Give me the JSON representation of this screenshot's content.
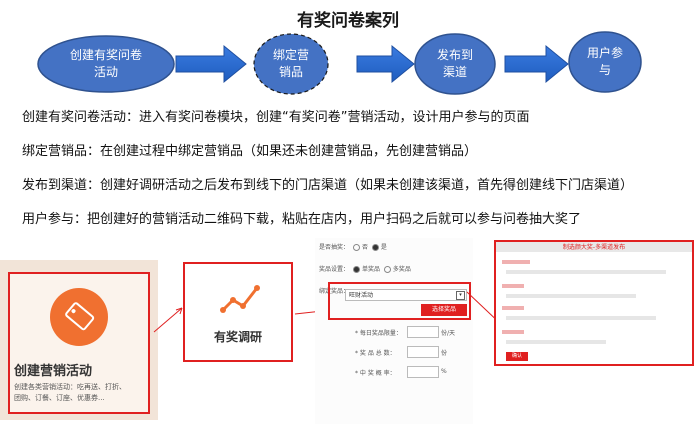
{
  "title": "有奖问卷案列",
  "flow": {
    "steps": [
      {
        "label_lines": [
          "创建有奖问卷",
          "活动"
        ]
      },
      {
        "label_lines": [
          "绑定营",
          "销品"
        ]
      },
      {
        "label_lines": [
          "发布到",
          "渠道"
        ]
      },
      {
        "label_lines": [
          "用户参",
          "与"
        ]
      }
    ]
  },
  "descriptions": [
    "创建有奖问卷活动：进入有奖问卷模块，创建“有奖问卷”营销活动，设计用户参与的页面",
    "绑定营销品：在创建过程中绑定营销品（如果还未创建营销品，先创建营销品）",
    "发布到渠道：创建好调研活动之后发布到线下的门店渠道（如果未创建该渠道，首先得创建线下门店渠道）",
    "用户参与：把创建好的营销活动二维码下载，粘贴在店内，用户扫码之后就可以参与问卷抽大奖了"
  ],
  "card_create": {
    "title": "创建营销活动",
    "subtitle_line1": "创建各类营销活动：吃再送、打折、",
    "subtitle_line2": "团购、订餐、订座、优惠券..."
  },
  "card_research": {
    "label": "有奖调研"
  },
  "form_panel": {
    "row1_label": "是否抽奖：",
    "row1_opt_no": "否",
    "row1_opt_yes": "是",
    "row2_label": "奖品设置：",
    "row2_opt1": "单奖品",
    "row2_opt2": "多奖品",
    "row3_label": "绑定奖品：",
    "select_value": "旺财活动",
    "select_button": "选择奖品",
    "limit_label": "* 每日奖品限量：",
    "limit_unit": "份/天",
    "total_label": "* 奖 品 总 数：",
    "total_unit": "份",
    "prob_label": "* 中 奖 概 率：",
    "prob_unit": "%"
  },
  "publish_panel": {
    "header": "制选颜大奖-多渠道发布",
    "submit": "确认"
  },
  "colors": {
    "ellipse_fill": "#4472c4",
    "ellipse_stroke": "#2f528f",
    "arrow_fill": "#1f5dbf",
    "red": "#e02020",
    "orange": "#f07030"
  }
}
